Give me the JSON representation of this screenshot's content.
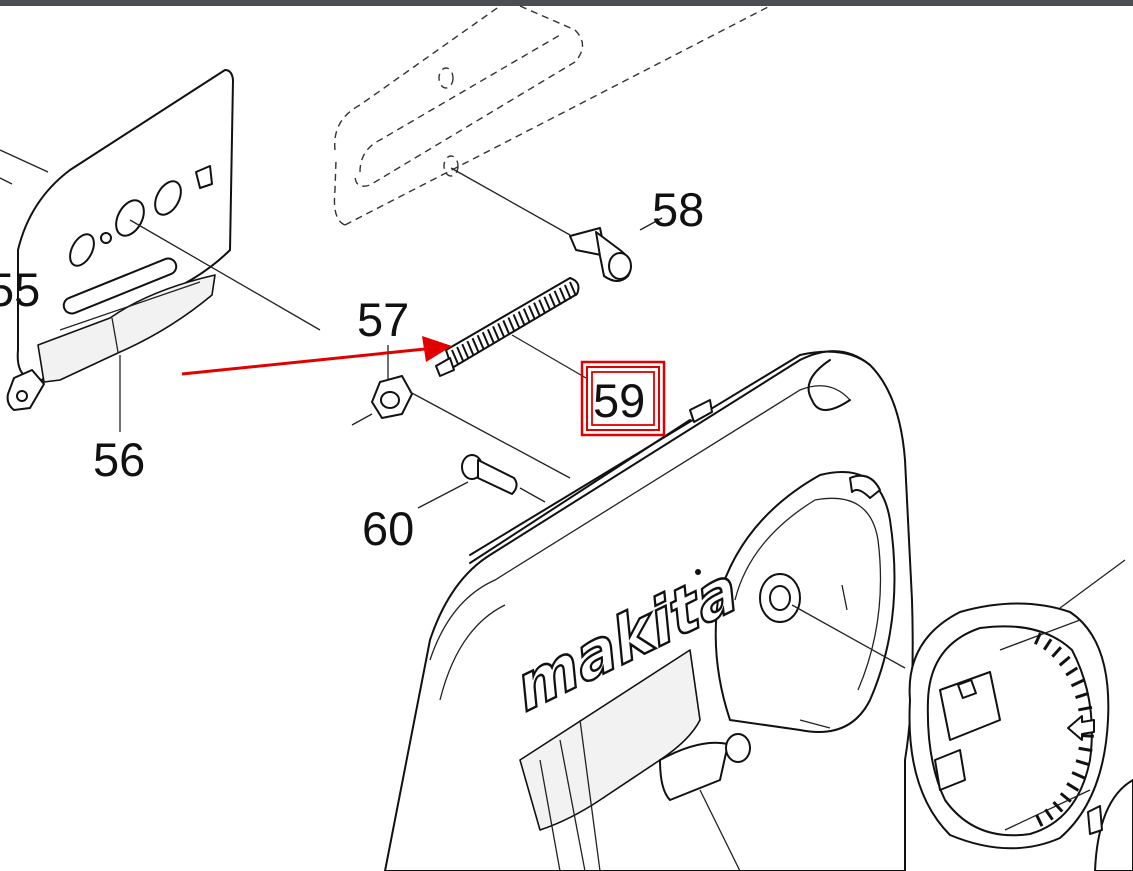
{
  "callouts": {
    "c55": "55",
    "c56": "56",
    "c57": "57",
    "c58": "58",
    "c59": "59",
    "c60": "60"
  },
  "brand_logo": "makita",
  "highlight": {
    "target": "59",
    "box_color": "#e00000",
    "arrow_color": "#e00000"
  },
  "icons": {
    "arrow": "red-pointer-arrow",
    "direction": "left-arrow-icon"
  }
}
